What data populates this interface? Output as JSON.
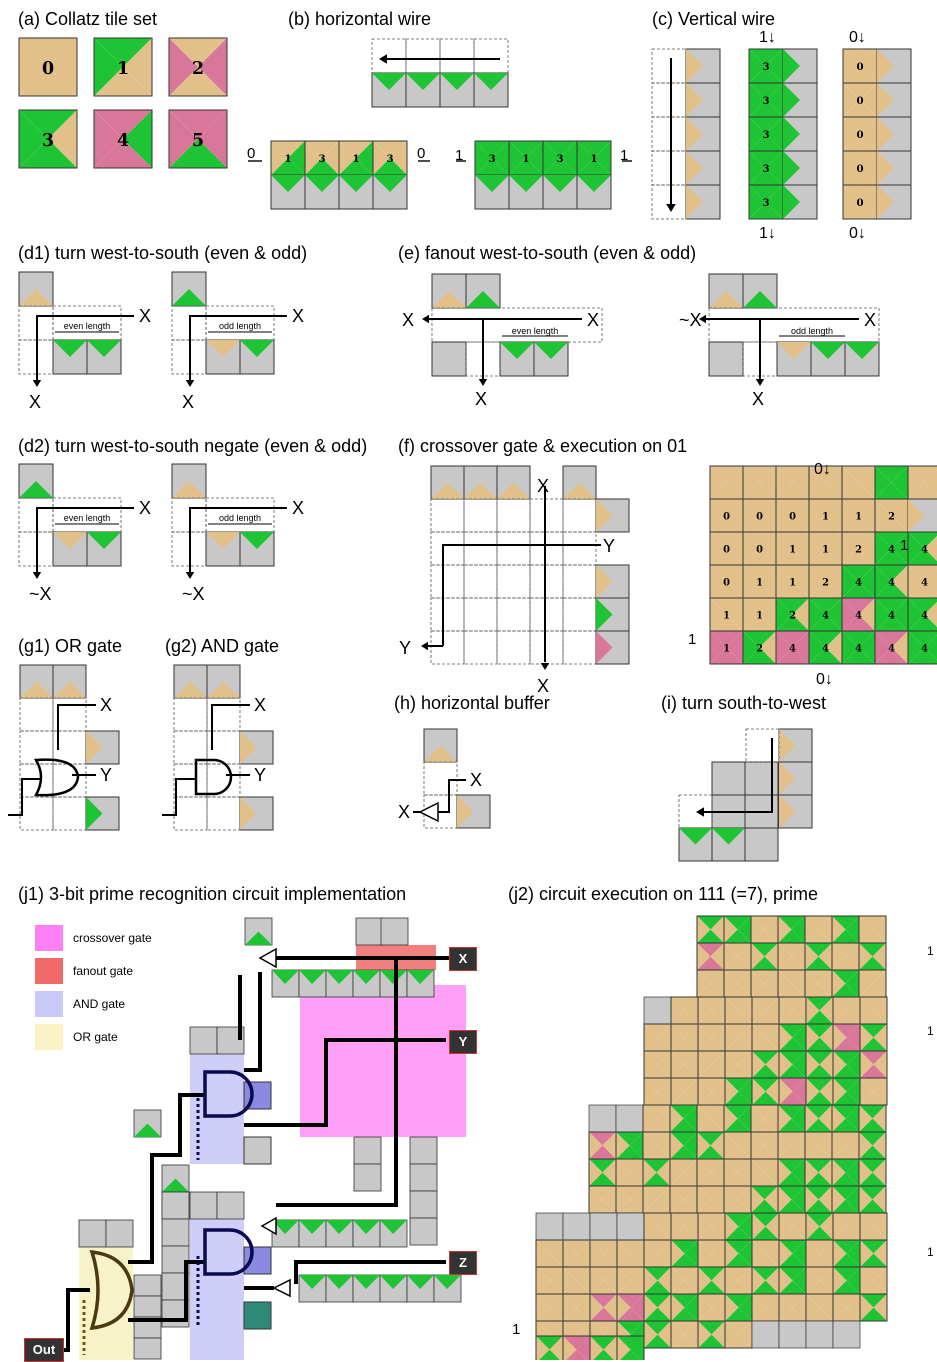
{
  "panels": {
    "a": "(a) Collatz tile set",
    "b": "(b) horizontal wire",
    "c": "(c) Vertical wire",
    "d1": "(d1) turn west-to-south (even & odd)",
    "e": "(e) fanout west-to-south (even & odd)",
    "d2": "(d2) turn west-to-south negate (even & odd)",
    "f": "(f) crossover gate & execution on 01",
    "g1": "(g1) OR gate",
    "g2": "(g2) AND gate",
    "h": "(h) horizontal buffer",
    "i": "(i) turn south-to-west",
    "j1": "(j1) 3-bit prime recognition circuit implementation",
    "j2": "(j2) circuit execution on 111 (=7), prime"
  },
  "tiles": [
    "0",
    "1",
    "2",
    "3",
    "4",
    "5"
  ],
  "labels": {
    "x": "X",
    "y": "Y",
    "z": "Z",
    "not_x": "~X",
    "out": "Out",
    "even_length": "even length",
    "odd_length": "odd length",
    "zero": "0",
    "one": "1",
    "zero_down": "0↓",
    "one_down": "1↓"
  },
  "legend": [
    {
      "label": "crossover gate",
      "color": "#ff7ff5"
    },
    {
      "label": "fanout gate",
      "color": "#f06a6a"
    },
    {
      "label": "AND gate",
      "color": "#c9c9f7"
    },
    {
      "label": "OR gate",
      "color": "#f8f2c4"
    }
  ],
  "colors": {
    "tan": "#e2c089",
    "green": "#1fc435",
    "pink": "#d9779a",
    "gray": "#c8c8c8",
    "blue_digit": "#2a56d8"
  }
}
